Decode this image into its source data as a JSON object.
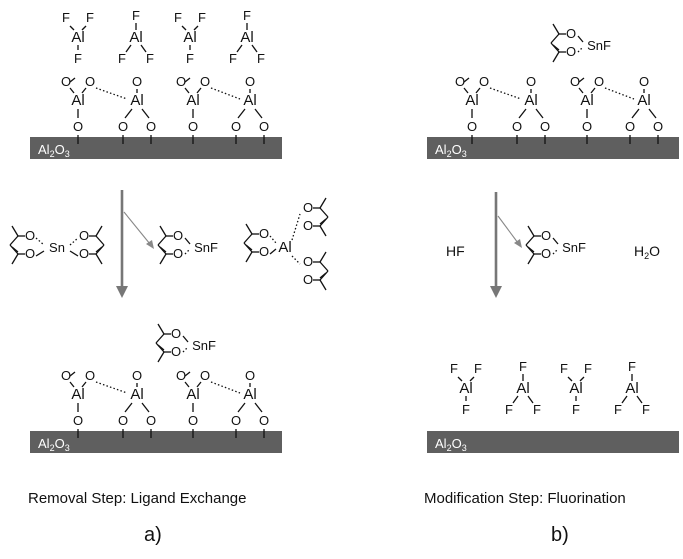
{
  "panel_a": {
    "substrate": "Al",
    "substrate_sub1": "2",
    "substrate_o": "O",
    "substrate_sub2": "3",
    "reagent_metal": "Sn",
    "product_snf": "SnF",
    "product_al": "Al",
    "caption": "Removal Step: Ligand Exchange",
    "label": "a)"
  },
  "panel_b": {
    "substrate": "Al",
    "substrate_sub1": "2",
    "substrate_o": "O",
    "substrate_sub2": "3",
    "reagent": "HF",
    "product_snf": "SnF",
    "byproduct_h": "H",
    "byproduct_sub": "2",
    "byproduct_o": "O",
    "caption": "Modification Step: Fluorination",
    "label": "b)"
  },
  "atoms": {
    "al": "Al",
    "o": "O",
    "f": "F",
    "snf": "SnF"
  }
}
